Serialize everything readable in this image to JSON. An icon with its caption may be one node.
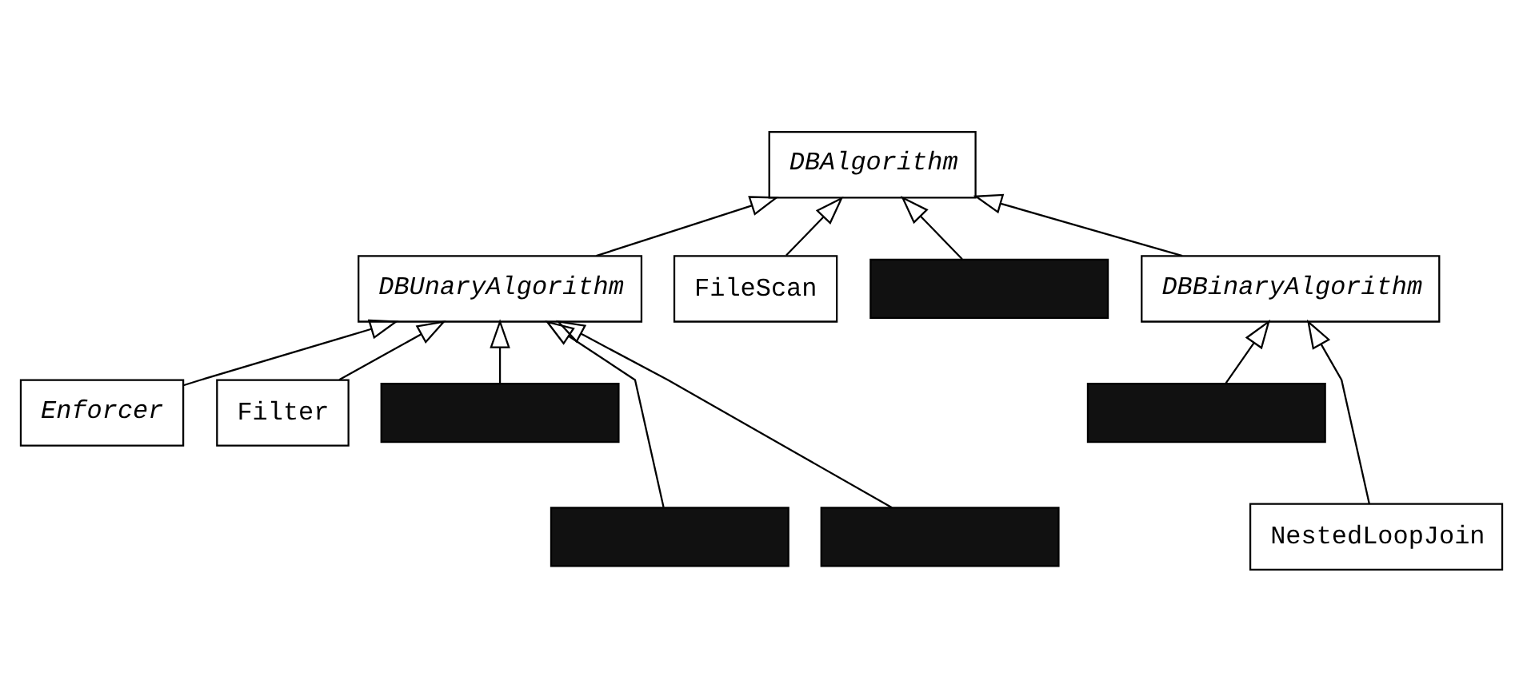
{
  "diagram": {
    "nodes": [
      {
        "text": [
          "DBAlgorithm"
        ]
      },
      {
        "text": [
          "DBUnaryAlgorithm"
        ]
      },
      {
        "text": [
          "FileScan"
        ]
      },
      {
        "text": [],
        "shape": "box"
      },
      {
        "text": [
          "DBBinaryAlgorithm"
        ]
      },
      {
        "text": [
          "Enforcer"
        ]
      },
      {
        "text": [
          "Filter"
        ]
      },
      {
        "text": [],
        "shape": "box"
      },
      {
        "text": [],
        "shape": "box"
      },
      {
        "text": [],
        "shape": "box"
      },
      {
        "text": [],
        "shape": "box"
      },
      {
        "text": [
          "NestedLoopJoin"
        ]
      }
    ],
    "edges": [
      {
        "from": 1,
        "to": 0,
        "arrow": "to"
      },
      {
        "from": 2,
        "to": 0,
        "arrow": "to"
      },
      {
        "from": 3,
        "to": 0,
        "arrow": "to"
      },
      {
        "from": 4,
        "to": 0,
        "arrow": "to"
      },
      {
        "from": 5,
        "to": 1,
        "arrow": "to"
      },
      {
        "from": 6,
        "to": 1,
        "arrow": "to"
      },
      {
        "from": 7,
        "to": 1,
        "arrow": "to"
      },
      {
        "from": 9,
        "to": 1,
        "arrow": "to"
      },
      {
        "from": 10,
        "to": 1,
        "arrow": "to"
      },
      {
        "from": 8,
        "to": 4,
        "arrow": "to"
      },
      {
        "from": 11,
        "to": 4,
        "arrow": "to"
      }
    ]
  }
}
